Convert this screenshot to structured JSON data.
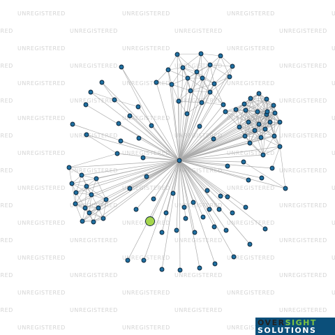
{
  "watermark": {
    "text": "UNREGISTERED"
  },
  "logo": {
    "line1_a": "OVER",
    "line1_b": "SIGHT",
    "line2": "SOLUTIONS"
  },
  "colors": {
    "background": "#ffffff",
    "edge": "#a9a9a9",
    "node_fill": "#1f6fa0",
    "node_stroke": "#0b2236",
    "highlight_node_fill": "#a5d64c",
    "watermark": "#d4d4d4",
    "logo_bg": "#0b4f7a",
    "logo_accent": "#7cc242"
  },
  "graph": {
    "node_count": 112,
    "hub": "center node",
    "highlighted_node": "focus entity (green)"
  }
}
